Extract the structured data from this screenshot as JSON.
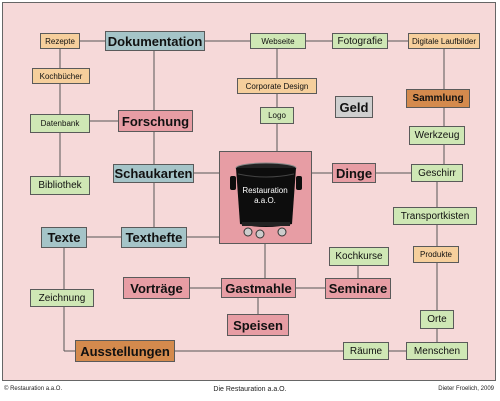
{
  "nodes": {
    "dokumentation": "Dokumentation",
    "webseite": "Webseite",
    "fotografie": "Fotografie",
    "digitale_laufbilder": "Digitale Laufbilder",
    "rezepte": "Rezepte",
    "kochbuecher": "Kochbücher",
    "corporate_design": "Corporate Design",
    "geld": "Geld",
    "sammlung": "Sammlung",
    "datenbank": "Datenbank",
    "forschung": "Forschung",
    "logo": "Logo",
    "werkzeug": "Werkzeug",
    "schaukarten": "Schaukarten",
    "dinge": "Dinge",
    "geschirr": "Geschirr",
    "bibliothek": "Bibliothek",
    "transportkisten": "Transportkisten",
    "texte": "Texte",
    "texthefte": "Texthefte",
    "kochkurse": "Kochkurse",
    "produkte": "Produkte",
    "vortraege": "Vorträge",
    "gastmahle": "Gastmahle",
    "seminare": "Seminare",
    "zeichnung": "Zeichnung",
    "orte": "Orte",
    "speisen": "Speisen",
    "ausstellungen": "Ausstellungen",
    "raeume": "Räume",
    "menschen": "Menschen"
  },
  "center": {
    "line1": "Restauration",
    "line2": "a.a.O."
  },
  "footer": {
    "left": "© Restauration a.a.O.",
    "center": "Die Restauration a.a.O.",
    "right": "Dieter Froelich, 2009"
  },
  "colors": {
    "background": "#f6d9d9",
    "teal": "#a5c4c8",
    "green": "#cfe7b5",
    "orange": "#f6cf9c",
    "pink": "#e79da4",
    "grey": "#cfcfcf",
    "brown": "#d48a4d",
    "pot": "#111111"
  }
}
